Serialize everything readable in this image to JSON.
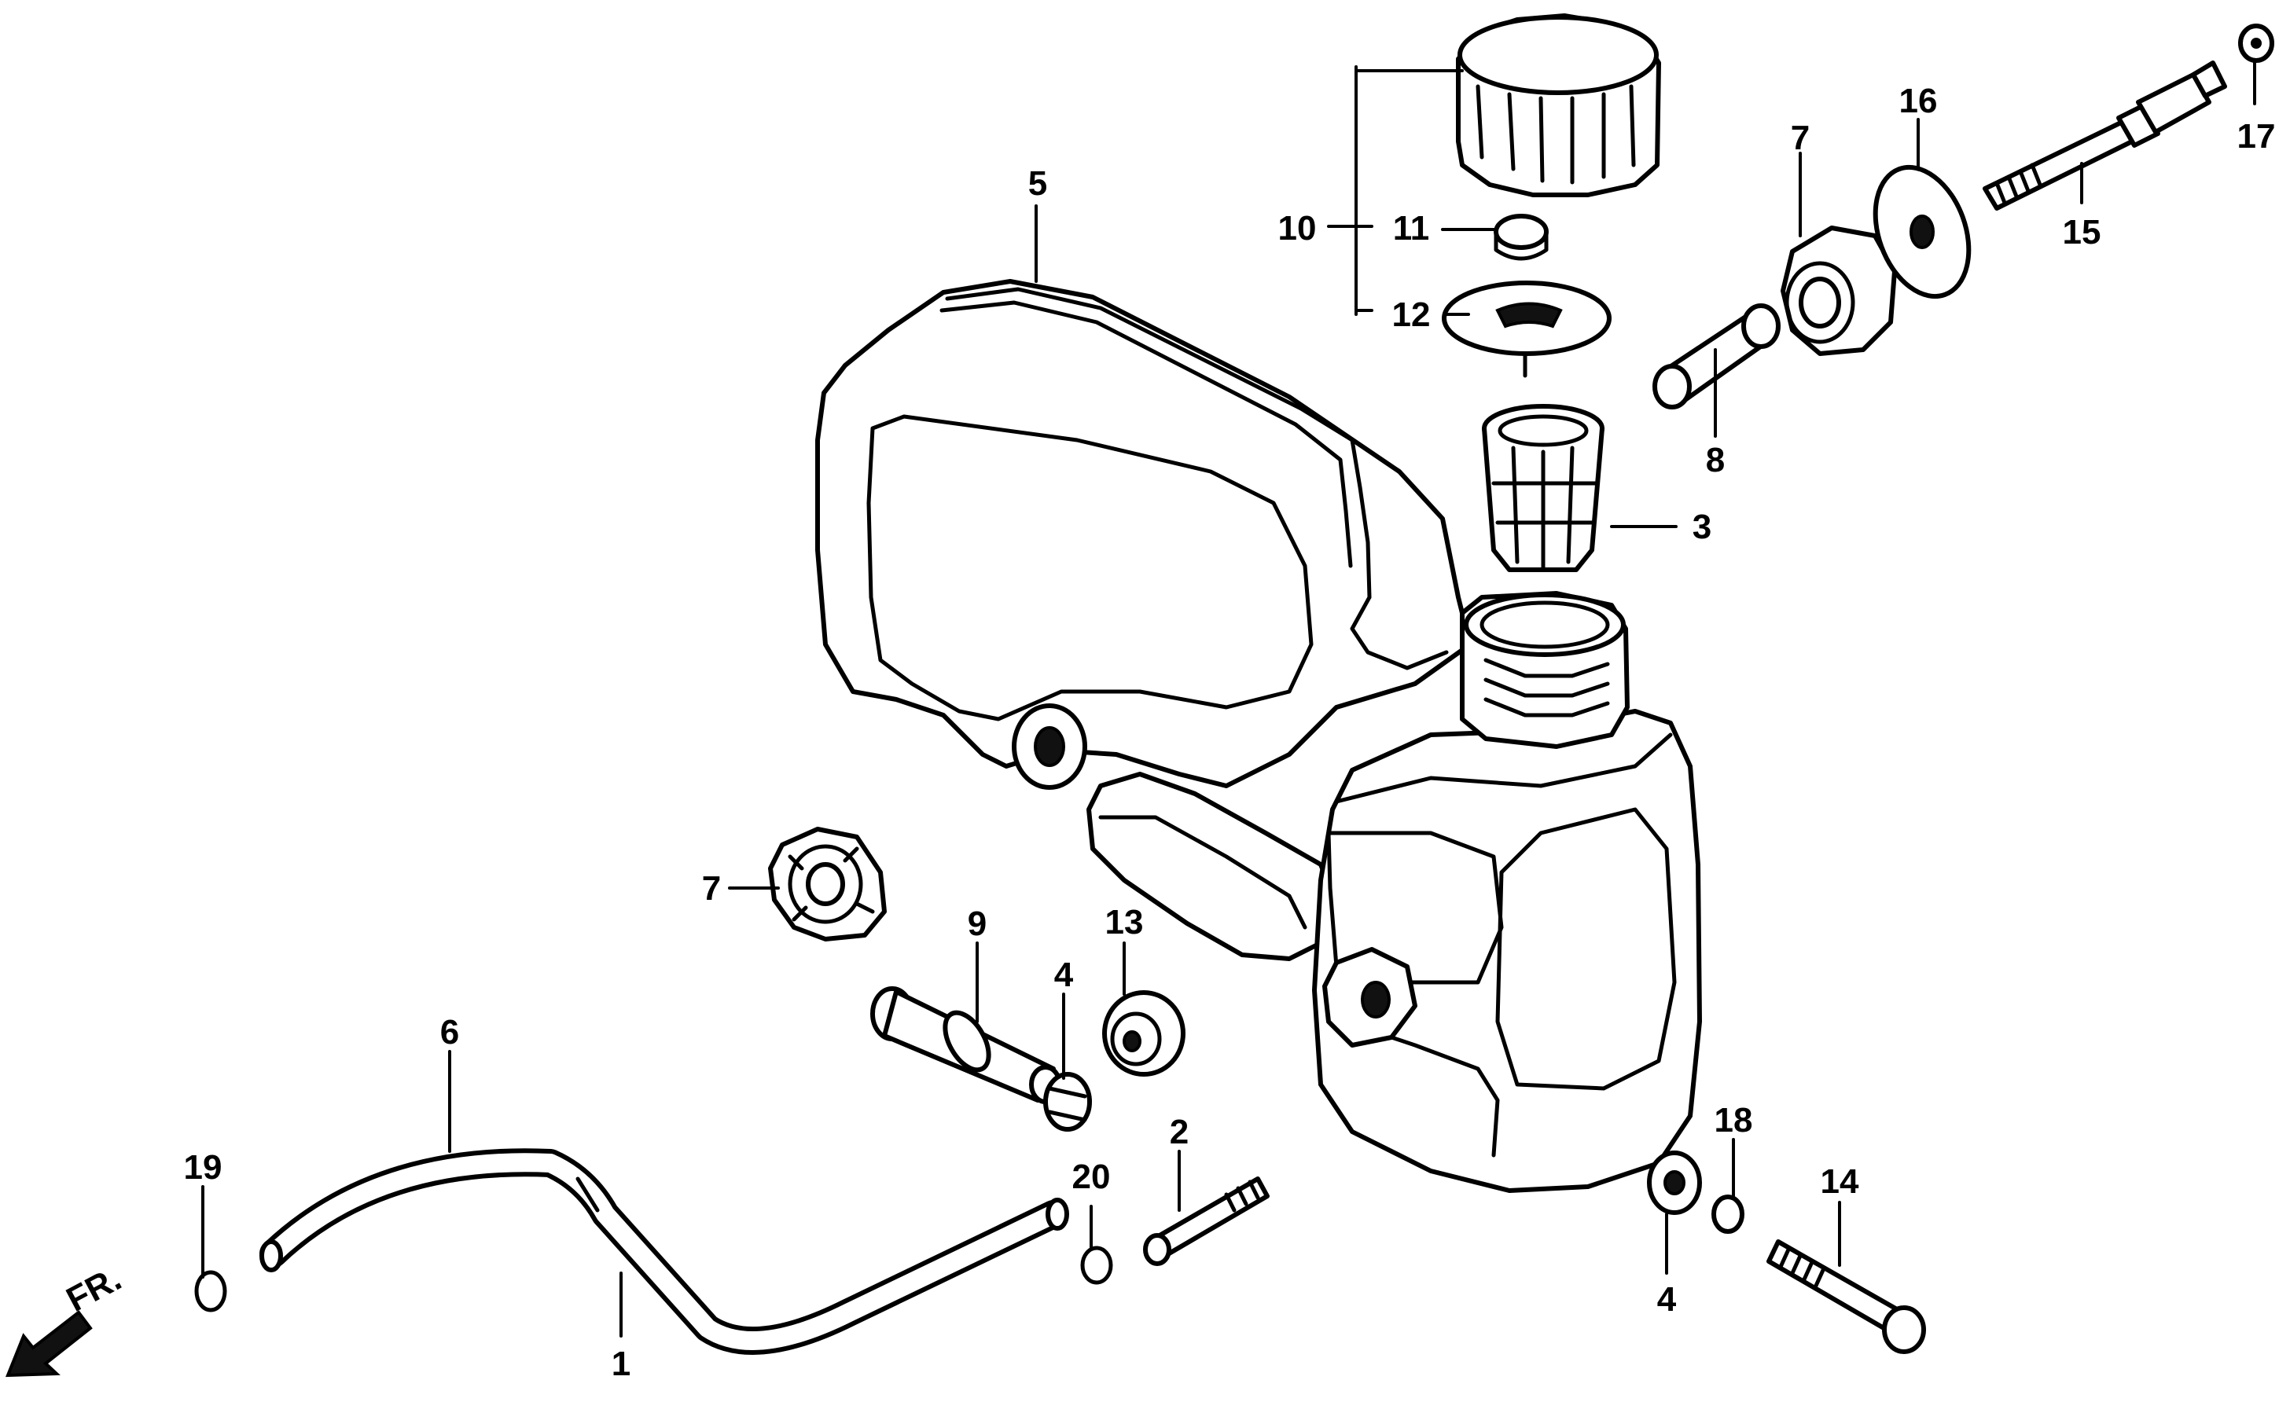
{
  "diagram": {
    "part_labels": [
      "1",
      "2",
      "3",
      "4",
      "4",
      "5",
      "6",
      "7",
      "7",
      "8",
      "9",
      "10",
      "11",
      "12",
      "13",
      "14",
      "15",
      "16",
      "17",
      "18",
      "19",
      "20"
    ],
    "direction_label": "FR."
  }
}
